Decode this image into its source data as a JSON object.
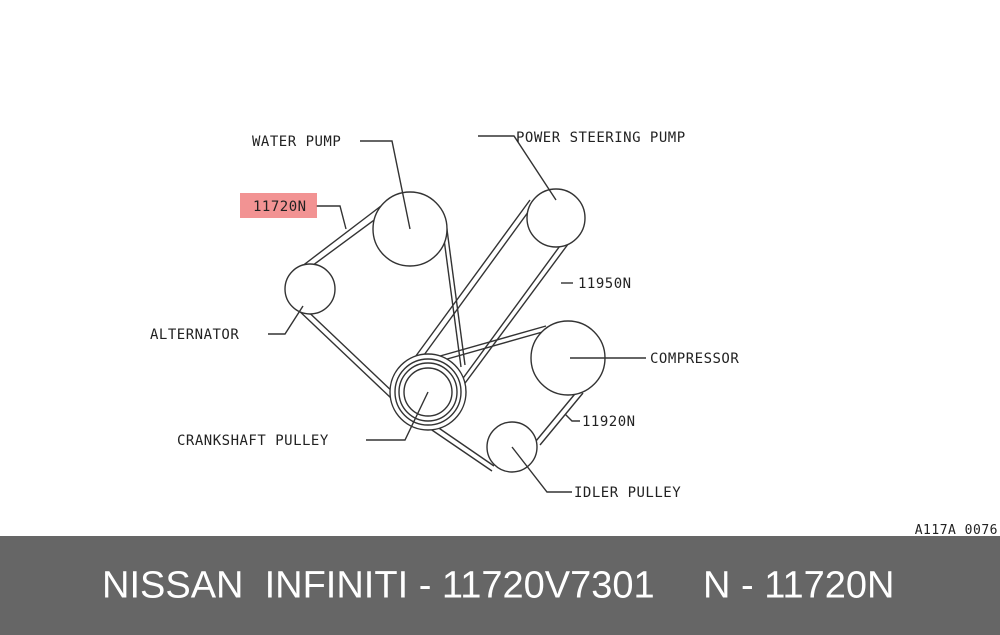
{
  "diagram": {
    "labels": {
      "water_pump": "WATER PUMP",
      "power_steering_pump": "POWER STEERING PUMP",
      "part_11720n": "11720N",
      "belt_11950n": "11950N",
      "alternator": "ALTERNATOR",
      "compressor": "COMPRESSOR",
      "crankshaft_pulley": "CRANKSHAFT PULLEY",
      "belt_11920n": "11920N",
      "idler_pulley": "IDLER PULLEY"
    },
    "figure_code": "A117A 0076",
    "highlight_color": "#f08080"
  },
  "banner": {
    "left_text": "NISSAN  INFINITI - 11720V7301",
    "right_text": "N - 11720N",
    "background": "#666666"
  }
}
